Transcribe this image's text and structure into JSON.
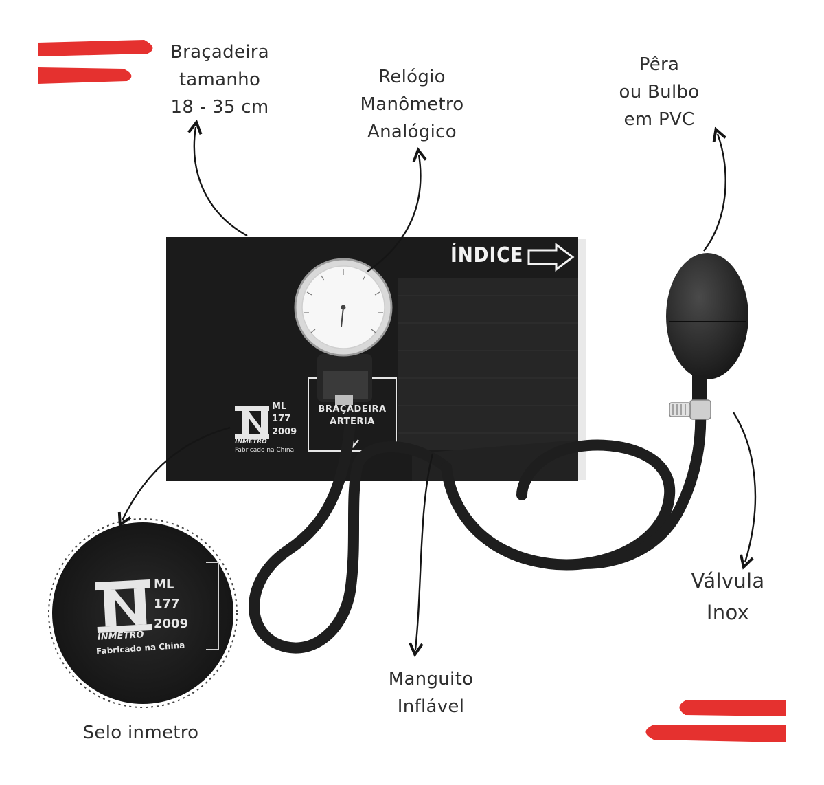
{
  "labels": {
    "bracadeira": [
      "Braçadeira",
      "tamanho",
      "18 - 35 cm"
    ],
    "relogio": [
      "Relógio",
      "Manômetro",
      "Analógico"
    ],
    "pera": [
      "Pêra",
      "ou Bulbo",
      "em PVC"
    ],
    "valvula": [
      "Válvula",
      "Inox"
    ],
    "manguito": [
      "Manguito",
      "Inflável"
    ],
    "selo": "Selo inmetro"
  },
  "cuff": {
    "indice": "ÍNDICE",
    "box_line1": "BRAÇADEIRA",
    "box_line2": "ARTERIA"
  },
  "inmetro": {
    "ml": "ML",
    "num": "177",
    "year": "2009",
    "brand": "INMETRO",
    "made_in": "Fabricado na China"
  },
  "colors": {
    "accent_red": "#e5312f",
    "cuff_black": "#1b1b1b",
    "text": "#2e2e2e"
  },
  "icons": [
    "arrow-right-icon",
    "arrow-down-icon",
    "curved-arrow-icon"
  ]
}
